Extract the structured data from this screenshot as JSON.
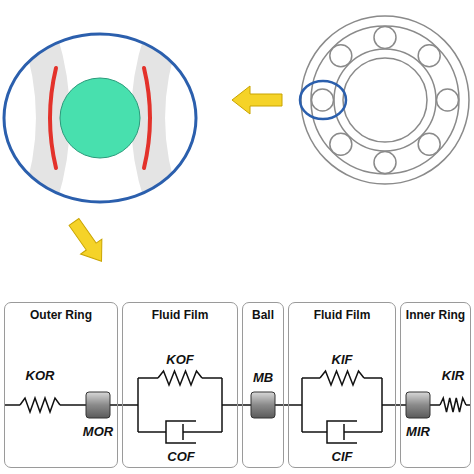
{
  "diagram": {
    "nodes": [
      {
        "text": [
          "Outer Ring"
        ]
      },
      {
        "text": [
          "Fluid Film"
        ]
      },
      {
        "text": [
          "Ball"
        ]
      },
      {
        "text": [
          "Fluid Film"
        ]
      },
      {
        "text": [
          "Inner Ring"
        ]
      }
    ],
    "edges": [
      {
        "from": 0,
        "to": 1,
        "arrow": "none"
      },
      {
        "from": 1,
        "to": 2,
        "arrow": "none"
      },
      {
        "from": 2,
        "to": 3,
        "arrow": "none"
      },
      {
        "from": 3,
        "to": 4,
        "arrow": "none"
      }
    ],
    "labels": [
      "KOR",
      "MOR",
      "KOF",
      "COF",
      "MB",
      "KIF",
      "CIF",
      "MIR",
      "KIR"
    ]
  }
}
